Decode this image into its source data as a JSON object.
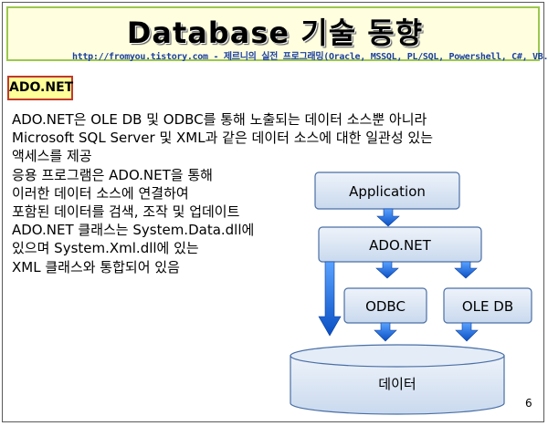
{
  "slide": {
    "title": "Database 기술 동향",
    "subtitle": "http://fromyou.tistory.com - 제르니의 실전 프로그래밍(Oracle, MSSQL, PL/SQL, Powershell, C#, VB.NET)",
    "tag": "ADO.NET",
    "body_lines": [
      "ADO.NET은 OLE DB 및 ODBC를 통해 노출되는 데이터 소스뿐 아니라",
      "Microsoft SQL Server 및 XML과 같은 데이터 소스에 대한 일관성 있는",
      "액세스를 제공",
      "응용 프로그램은 ADO.NET을 통해",
      "이러한 데이터 소스에 연결하여",
      "포함된 데이터를 검색, 조작 및 업데이트",
      "ADO.NET 클래스는 System.Data.dll에",
      "있으며 System.Xml.dll에 있는",
      "XML 클래스와 통합되어 있음"
    ],
    "page_number": "6"
  },
  "diagram": {
    "nodes": {
      "application": "Application",
      "adonet": "ADO.NET",
      "odbc": "ODBC",
      "oledb": "OLE DB",
      "database": "데이터"
    },
    "colors": {
      "box_fill": "#dbe6f4",
      "box_stroke": "#4a6fa5",
      "arrow": "#1f6fe0",
      "title_bg": "#ffffe0",
      "title_border": "#9cc84b",
      "tag_bg": "#ffff99",
      "tag_border": "#c0392b",
      "subtitle": "#1b3fa0"
    }
  }
}
